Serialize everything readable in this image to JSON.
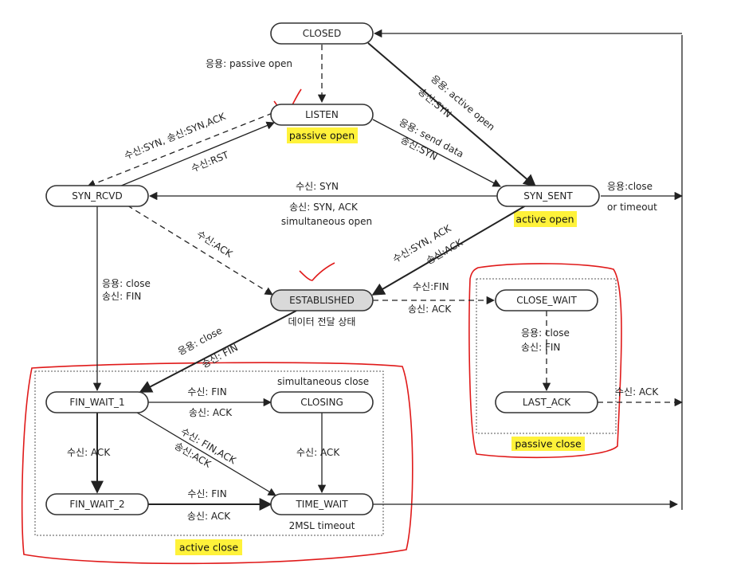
{
  "states": {
    "closed": "CLOSED",
    "listen": "LISTEN",
    "syn_rcvd": "SYN_RCVD",
    "syn_sent": "SYN_SENT",
    "established": "ESTABLISHED",
    "close_wait": "CLOSE_WAIT",
    "last_ack": "LAST_ACK",
    "fin_wait_1": "FIN_WAIT_1",
    "closing": "CLOSING",
    "fin_wait_2": "FIN_WAIT_2",
    "time_wait": "TIME_WAIT"
  },
  "highlights": {
    "passive_open": "passive open",
    "active_open": "active open",
    "passive_close": "passive close",
    "active_close": "active close"
  },
  "labels": {
    "closed_to_listen": "응용: passive open",
    "active_open_1": "응용: active open",
    "active_open_2": "송신:SYN",
    "send_data_1": "응용: send data",
    "send_data_2": "송신:SYN",
    "listen_synrcvd_1": "수신:SYN, 송신:SYN,ACK",
    "listen_synrcvd_2": "수신:RST",
    "sent_rcvd_1": "수신: SYN",
    "sent_rcvd_2": "송신: SYN, ACK",
    "sent_rcvd_3": "simultaneous open",
    "sent_close_1": "응용:close",
    "sent_close_2": "or timeout",
    "rcvd_est": "수신:ACK",
    "sent_est_1": "수신:SYN, ACK",
    "sent_est_2": "송신:ACK",
    "rcvd_fin_1": "응용: close",
    "rcvd_fin_2": "송신: FIN",
    "est_desc": "데이터 전달 상태",
    "est_cw_1": "수신:FIN",
    "est_cw_2": "송신: ACK",
    "est_fw1_1": "응용: close",
    "est_fw1_2": "송신: FIN",
    "cw_la_1": "응용: close",
    "cw_la_2": "송신: FIN",
    "la_closed": "수신: ACK",
    "simultaneous_close": "simultaneous close",
    "fw1_closing_1": "수신: FIN",
    "fw1_closing_2": "송신: ACK",
    "fw1_fw2": "수신: ACK",
    "fw1_tw_1": "수신: FIN,ACK",
    "fw1_tw_2": "송신:ACK",
    "closing_tw": "수신: ACK",
    "fw2_tw_1": "수신: FIN",
    "fw2_tw_2": "송신: ACK",
    "timeout_2msl": "2MSL timeout"
  },
  "colors": {
    "annotation_red": "#e01a1a",
    "highlight_yellow": "#fff23a",
    "established_fill": "#d9d9d9"
  }
}
